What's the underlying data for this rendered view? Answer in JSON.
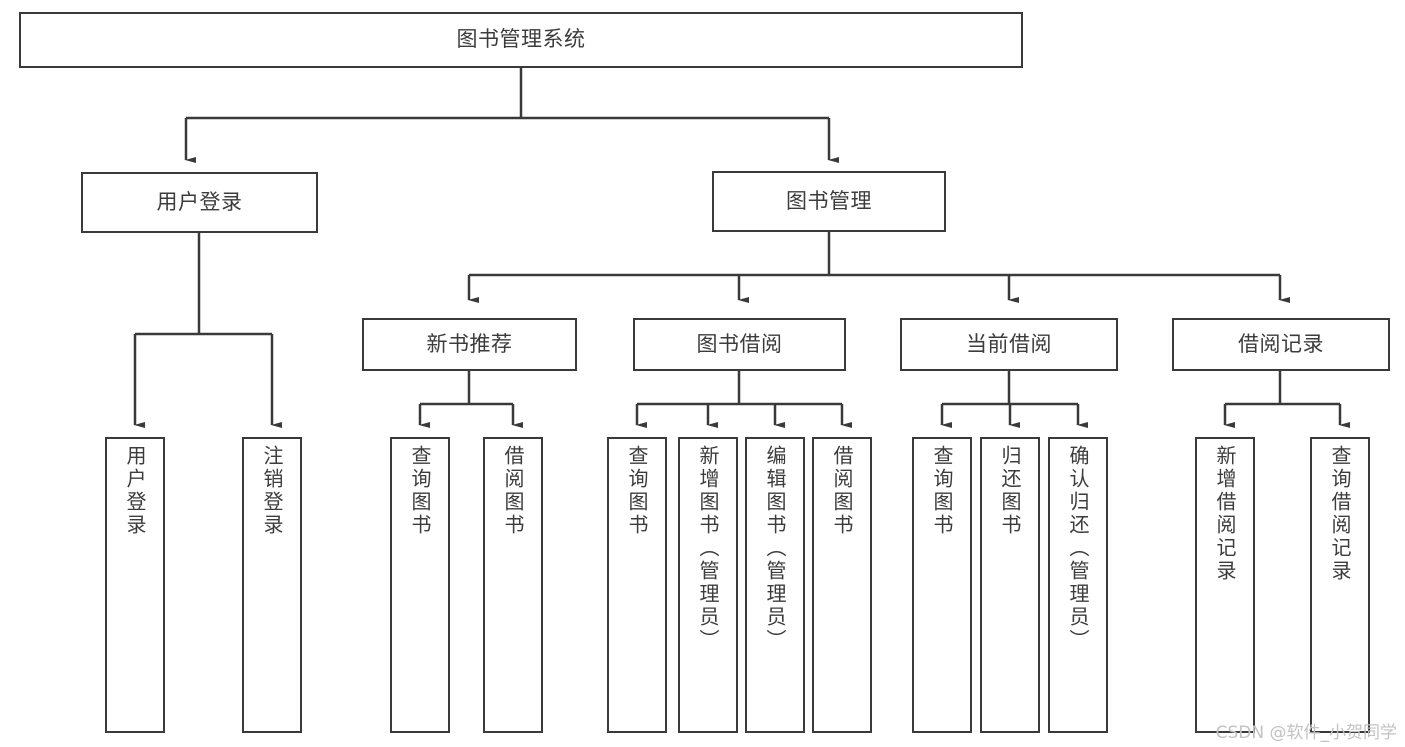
{
  "diagram": {
    "type": "tree-hierarchy",
    "title": "图书管理系统",
    "watermark": "CSDN @软件_小贺同学",
    "colors": {
      "box_border": "#3a3a3a",
      "box_fill": "#ffffff",
      "connector": "#3a3a3a",
      "text": "#3c3c3c",
      "watermark": "#c2c2c2",
      "background": "#ffffff"
    },
    "nodes": {
      "root": {
        "label": "图书管理系统",
        "level": 1,
        "orientation": "horizontal"
      },
      "level2": [
        {
          "id": "user-login",
          "label": "用户登录",
          "orientation": "horizontal"
        },
        {
          "id": "book-manage",
          "label": "图书管理",
          "orientation": "horizontal"
        }
      ],
      "level3": [
        {
          "id": "new-book-recommend",
          "label": "新书推荐",
          "orientation": "horizontal"
        },
        {
          "id": "book-borrow",
          "label": "图书借阅",
          "orientation": "horizontal"
        },
        {
          "id": "current-borrow",
          "label": "当前借阅",
          "orientation": "horizontal"
        },
        {
          "id": "borrow-record",
          "label": "借阅记录",
          "orientation": "horizontal"
        }
      ],
      "leaves": [
        {
          "id": "leaf-user-login",
          "parent": "user-login",
          "label": "用户登录",
          "orientation": "vertical"
        },
        {
          "id": "leaf-user-logout",
          "parent": "user-login",
          "label": "注销登录",
          "orientation": "vertical"
        },
        {
          "id": "leaf-query-book-1",
          "parent": "new-book-recommend",
          "label": "查询图书",
          "orientation": "vertical"
        },
        {
          "id": "leaf-borrow-book-1",
          "parent": "new-book-recommend",
          "label": "借阅图书",
          "orientation": "vertical"
        },
        {
          "id": "leaf-query-book-2",
          "parent": "book-borrow",
          "label": "查询图书",
          "orientation": "vertical"
        },
        {
          "id": "leaf-add-book",
          "parent": "book-borrow",
          "label": "新增图书（管理员）",
          "orientation": "vertical"
        },
        {
          "id": "leaf-edit-book",
          "parent": "book-borrow",
          "label": "编辑图书（管理员）",
          "orientation": "vertical"
        },
        {
          "id": "leaf-borrow-book-2",
          "parent": "book-borrow",
          "label": "借阅图书",
          "orientation": "vertical"
        },
        {
          "id": "leaf-query-book-3",
          "parent": "current-borrow",
          "label": "查询图书",
          "orientation": "vertical"
        },
        {
          "id": "leaf-return-book",
          "parent": "current-borrow",
          "label": "归还图书",
          "orientation": "vertical"
        },
        {
          "id": "leaf-confirm-return",
          "parent": "current-borrow",
          "label": "确认归还（管理员）",
          "orientation": "vertical"
        },
        {
          "id": "leaf-add-record",
          "parent": "borrow-record",
          "label": "新增借阅记录",
          "orientation": "vertical"
        },
        {
          "id": "leaf-query-record",
          "parent": "borrow-record",
          "label": "查询借阅记录",
          "orientation": "vertical"
        }
      ]
    }
  }
}
